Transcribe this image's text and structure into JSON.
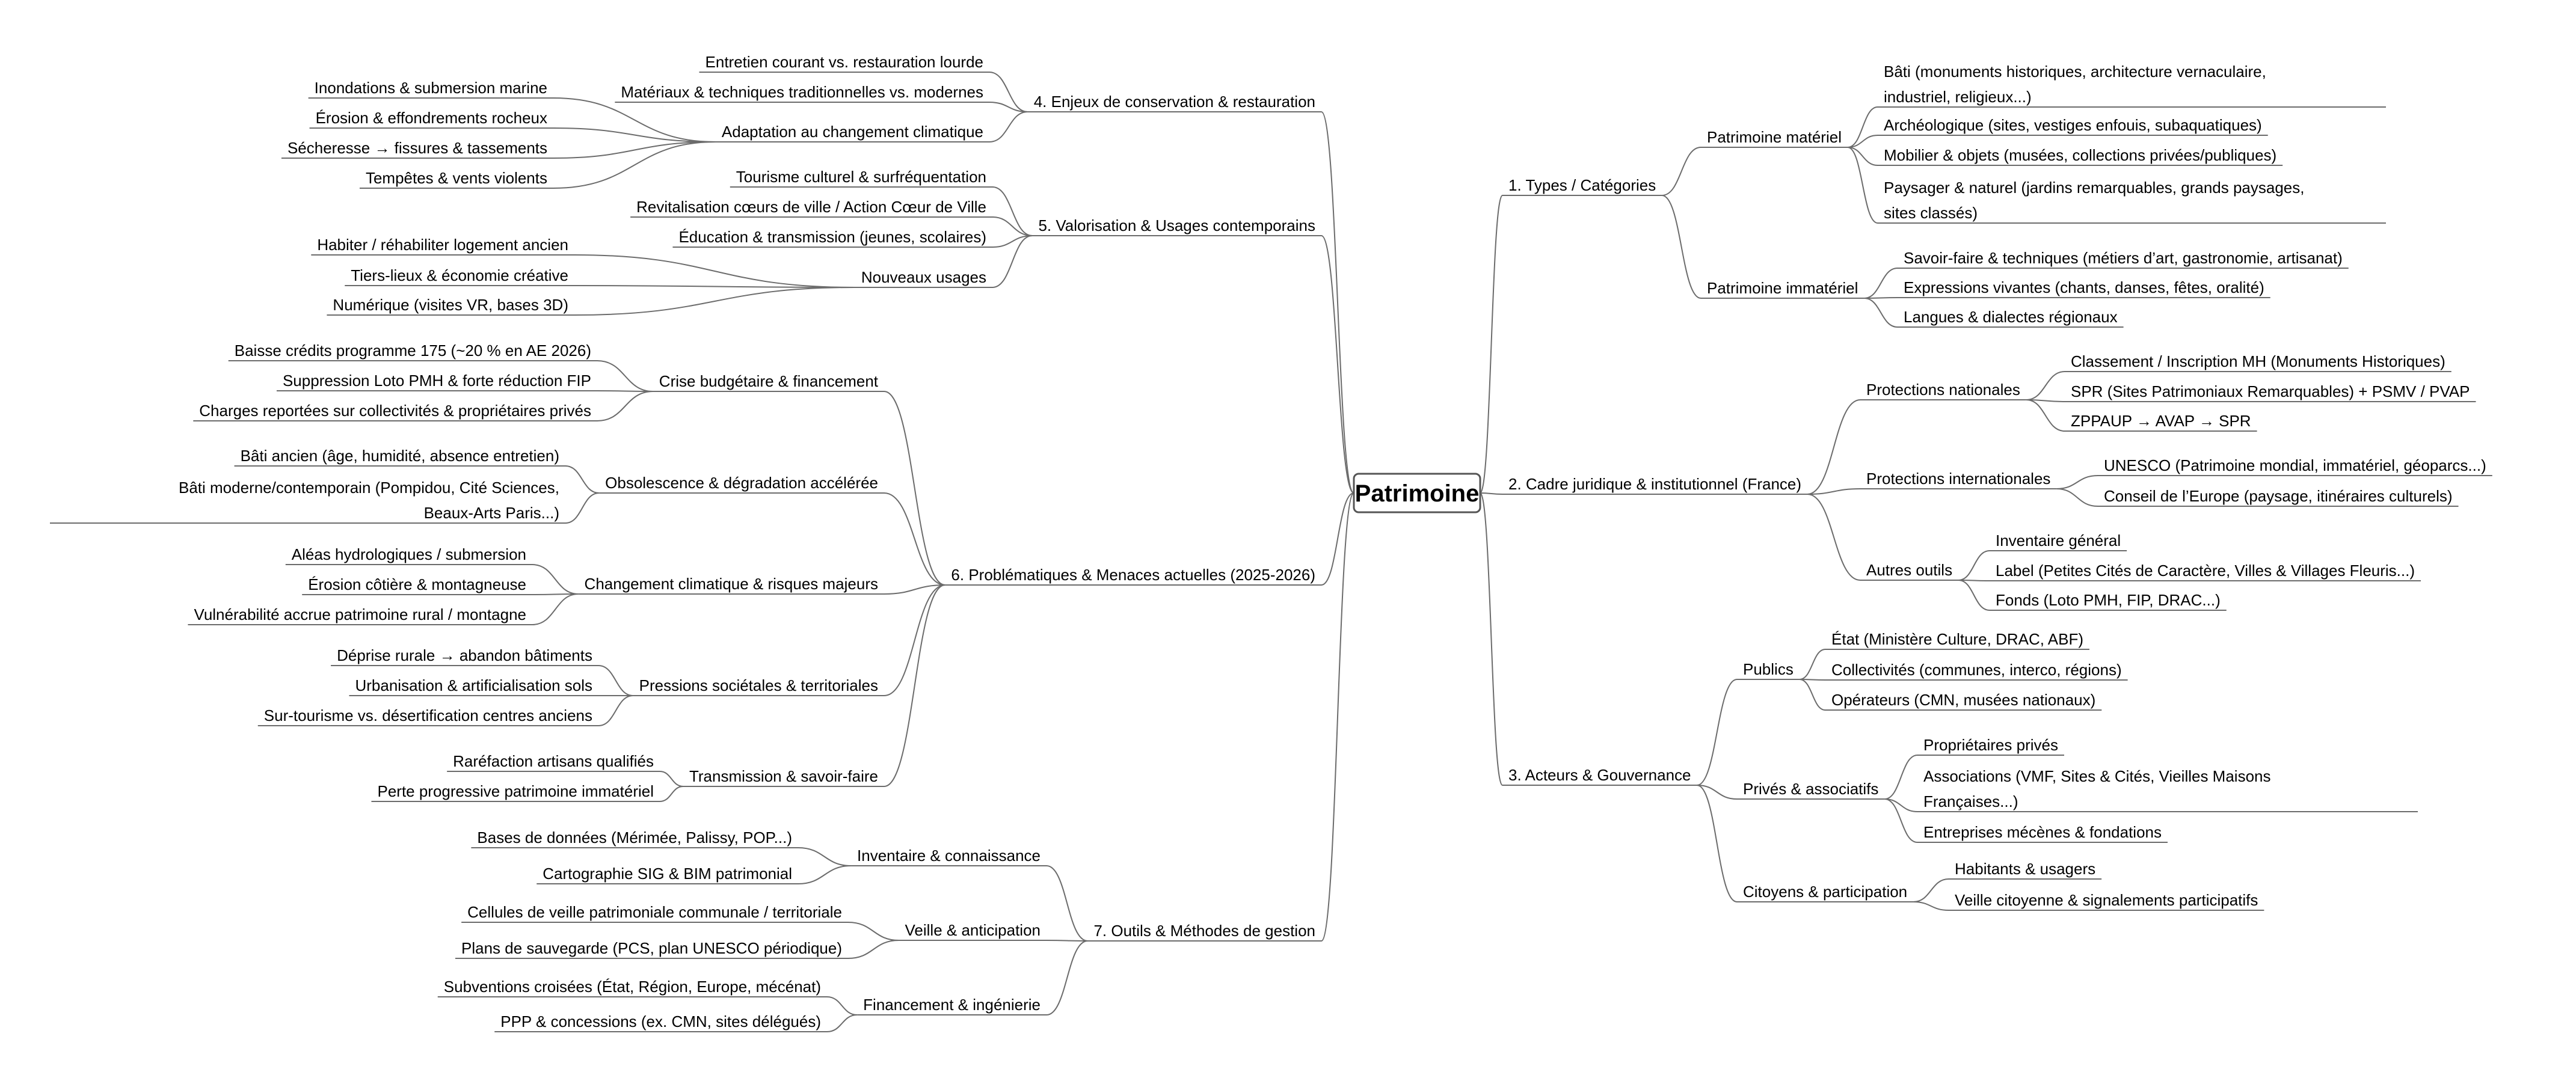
{
  "root": "Patrimoine",
  "branches": [
    {
      "label": "1. Types / Catégories",
      "children": [
        {
          "label": "Patrimoine matériel",
          "children": [
            {
              "label": [
                "Bâti (monuments historiques, architecture vernaculaire,",
                "industriel, religieux...)"
              ]
            },
            {
              "label": "Archéologique (sites, vestiges enfouis, subaquatiques)"
            },
            {
              "label": "Mobilier & objets (musées, collections privées/publiques)"
            },
            {
              "label": [
                "Paysager & naturel (jardins remarquables, grands paysages,",
                "sites classés)"
              ]
            }
          ]
        },
        {
          "label": "Patrimoine immatériel",
          "children": [
            {
              "label": "Savoir-faire & techniques (métiers d’art, gastronomie, artisanat)"
            },
            {
              "label": "Expressions vivantes (chants, danses, fêtes, oralité)"
            },
            {
              "label": "Langues & dialectes régionaux"
            }
          ]
        }
      ]
    },
    {
      "label": "2. Cadre juridique & institutionnel (France)",
      "children": [
        {
          "label": "Protections nationales",
          "children": [
            {
              "label": "Classement / Inscription MH (Monuments Historiques)"
            },
            {
              "label": "SPR (Sites Patrimoniaux Remarquables) + PSMV / PVAP"
            },
            {
              "label": "ZPPAUP → AVAP → SPR"
            }
          ]
        },
        {
          "label": "Protections internationales",
          "children": [
            {
              "label": "UNESCO (Patrimoine mondial, immatériel, géoparcs...)"
            },
            {
              "label": "Conseil de l’Europe (paysage, itinéraires culturels)"
            }
          ]
        },
        {
          "label": "Autres outils",
          "children": [
            {
              "label": "Inventaire général"
            },
            {
              "label": "Label (Petites Cités de Caractère, Villes & Villages Fleuris...)"
            },
            {
              "label": "Fonds (Loto PMH, FIP, DRAC...)"
            }
          ]
        }
      ]
    },
    {
      "label": "3. Acteurs & Gouvernance",
      "children": [
        {
          "label": "Publics",
          "children": [
            {
              "label": "État (Ministère Culture, DRAC, ABF)"
            },
            {
              "label": "Collectivités (communes, interco, régions)"
            },
            {
              "label": "Opérateurs (CMN, musées nationaux)"
            }
          ]
        },
        {
          "label": "Privés & associatifs",
          "children": [
            {
              "label": "Propriétaires privés"
            },
            {
              "label": [
                "Associations (VMF, Sites & Cités, Vieilles Maisons",
                "Françaises...)"
              ]
            },
            {
              "label": "Entreprises mécènes & fondations"
            }
          ]
        },
        {
          "label": "Citoyens & participation",
          "children": [
            {
              "label": "Habitants & usagers"
            },
            {
              "label": "Veille citoyenne & signalements participatifs"
            }
          ]
        }
      ]
    },
    {
      "label": "4. Enjeux de conservation & restauration",
      "children": [
        {
          "label": "Entretien courant vs. restauration lourde"
        },
        {
          "label": "Matériaux & techniques traditionnelles vs. modernes"
        },
        {
          "label": "Adaptation au changement climatique",
          "children": [
            {
              "label": "Inondations & submersion marine"
            },
            {
              "label": "Érosion & effondrements rocheux"
            },
            {
              "label": "Sécheresse → fissures & tassements"
            },
            {
              "label": "Tempêtes & vents violents"
            }
          ]
        }
      ]
    },
    {
      "label": "5. Valorisation & Usages contemporains",
      "children": [
        {
          "label": "Tourisme culturel & surfréquentation"
        },
        {
          "label": "Revitalisation cœurs de ville / Action Cœur de Ville"
        },
        {
          "label": "Éducation & transmission (jeunes, scolaires)"
        },
        {
          "label": "Nouveaux usages",
          "children": [
            {
              "label": "Habiter / réhabiliter logement ancien"
            },
            {
              "label": "Tiers-lieux & économie créative"
            },
            {
              "label": "Numérique (visites VR, bases 3D)"
            }
          ]
        }
      ]
    },
    {
      "label": "6. Problématiques & Menaces actuelles (2025-2026)",
      "children": [
        {
          "label": "Crise budgétaire & financement",
          "children": [
            {
              "label": "Baisse crédits programme 175 (~20 % en AE 2026)"
            },
            {
              "label": "Suppression Loto PMH & forte réduction FIP"
            },
            {
              "label": "Charges reportées sur collectivités & propriétaires privés"
            }
          ]
        },
        {
          "label": "Obsolescence & dégradation accélérée",
          "children": [
            {
              "label": "Bâti ancien (âge, humidité, absence entretien)"
            },
            {
              "label": [
                "Bâti moderne/contemporain (Pompidou, Cité Sciences,",
                "Beaux-Arts Paris...)"
              ]
            }
          ]
        },
        {
          "label": "Changement climatique & risques majeurs",
          "children": [
            {
              "label": "Aléas hydrologiques / submersion"
            },
            {
              "label": "Érosion côtière & montagneuse"
            },
            {
              "label": "Vulnérabilité accrue patrimoine rural / montagne"
            }
          ]
        },
        {
          "label": "Pressions sociétales & territoriales",
          "children": [
            {
              "label": "Déprise rurale → abandon bâtiments"
            },
            {
              "label": "Urbanisation & artificialisation sols"
            },
            {
              "label": "Sur-tourisme vs. désertification centres anciens"
            }
          ]
        },
        {
          "label": "Transmission & savoir-faire",
          "children": [
            {
              "label": "Raréfaction artisans qualifiés"
            },
            {
              "label": "Perte progressive patrimoine immatériel"
            }
          ]
        }
      ]
    },
    {
      "label": "7. Outils & Méthodes de gestion",
      "children": [
        {
          "label": "Inventaire & connaissance",
          "children": [
            {
              "label": "Bases de données (Mérimée, Palissy, POP...)"
            },
            {
              "label": "Cartographie SIG & BIM patrimonial"
            }
          ]
        },
        {
          "label": "Veille & anticipation",
          "children": [
            {
              "label": "Cellules de veille patrimoniale communale / territoriale"
            },
            {
              "label": "Plans de sauvegarde (PCS, plan UNESCO périodique)"
            }
          ]
        },
        {
          "label": "Financement & ingénierie",
          "children": [
            {
              "label": "Subventions croisées (État, Région, Europe, mécénat)"
            },
            {
              "label": "PPP & concessions (ex. CMN, sites délégués)"
            }
          ]
        }
      ]
    }
  ]
}
